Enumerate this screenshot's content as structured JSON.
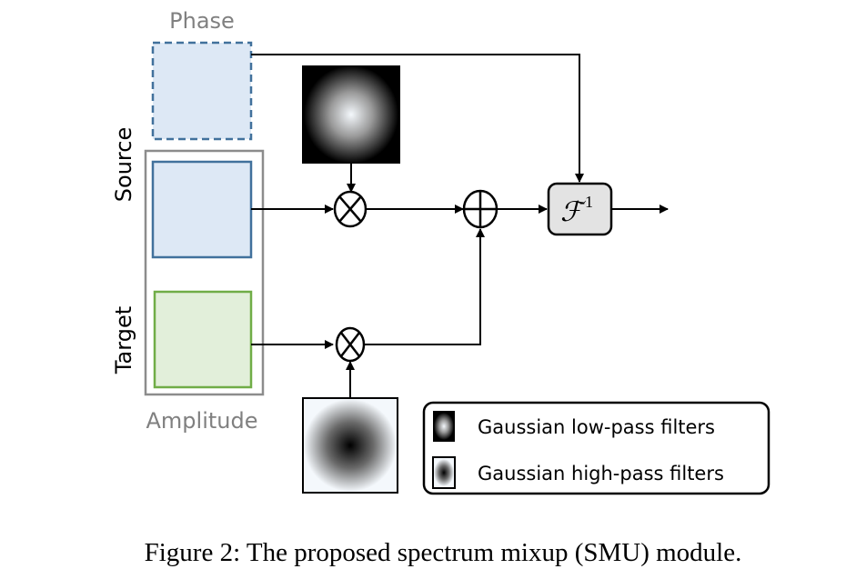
{
  "labels": {
    "phase": "Phase",
    "source": "Source",
    "target": "Target",
    "amplitude": "Amplitude",
    "inverse_fourier": "ℱ",
    "inverse_fourier_exponent": "-1"
  },
  "legend": {
    "items": [
      {
        "label": "Gaussian low-pass filters",
        "icon": "gaussian-low-pass-icon"
      },
      {
        "label": "Gaussian high-pass filters",
        "icon": "gaussian-high-pass-icon"
      }
    ]
  },
  "caption": "Figure 2: The proposed spectrum mixup (SMU) module.",
  "colors": {
    "source_stroke": "#41719c",
    "source_fill": "#dde8f5",
    "target_stroke": "#70ad47",
    "target_fill": "#e2efda",
    "amplitude_stroke": "#8c8c8c",
    "label_gray": "#808080",
    "ifft_fill": "#e3e3e3"
  }
}
